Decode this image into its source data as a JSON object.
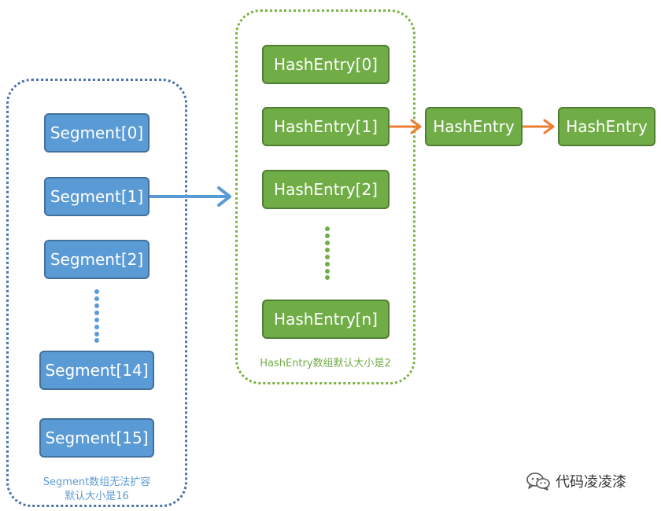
{
  "segments": {
    "items": [
      "Segment[0]",
      "Segment[1]",
      "Segment[2]",
      "Segment[14]",
      "Segment[15]"
    ],
    "caption_line1": "Segment数组无法扩容",
    "caption_line2": "默认大小是16"
  },
  "hash_entries": {
    "items": [
      "HashEntry[0]",
      "HashEntry[1]",
      "HashEntry[2]",
      "HashEntry[n]"
    ],
    "caption": "HashEntry数组默认大小是2"
  },
  "chain": {
    "items": [
      "HashEntry",
      "HashEntry"
    ]
  },
  "watermark": {
    "text": "代码凌凌漆",
    "icon": "wechat-icon"
  },
  "colors": {
    "segment_fill": "#5b9bd5",
    "hash_fill": "#70ad47",
    "arrow_blue": "#5b9bd5",
    "arrow_orange": "#ed7d31"
  }
}
